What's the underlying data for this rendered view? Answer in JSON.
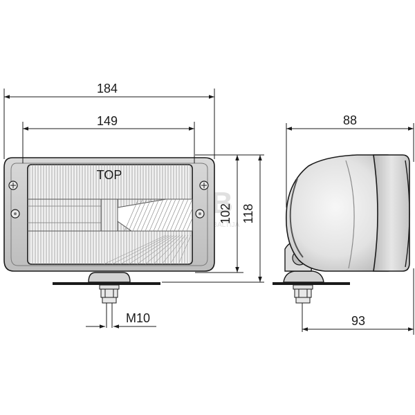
{
  "front_view": {
    "label_top": "TOP",
    "dim_total_width": "184",
    "dim_lens_width": "149",
    "dim_lens_height": "102",
    "dim_total_height": "118",
    "dim_thread": "M10"
  },
  "side_view": {
    "dim_depth": "88",
    "dim_mount_depth": "93"
  },
  "watermark": {
    "logo": "APB",
    "tagline": "AGRO PARTS BALTIJA"
  },
  "colors": {
    "line": "#1a1a1a",
    "housing_fill": "#cfcfcf",
    "lens_fill": "#f2f2f2",
    "body_light": "#ececec",
    "body_dark": "#b8b8b8",
    "watermark": "#e0e0e0"
  }
}
